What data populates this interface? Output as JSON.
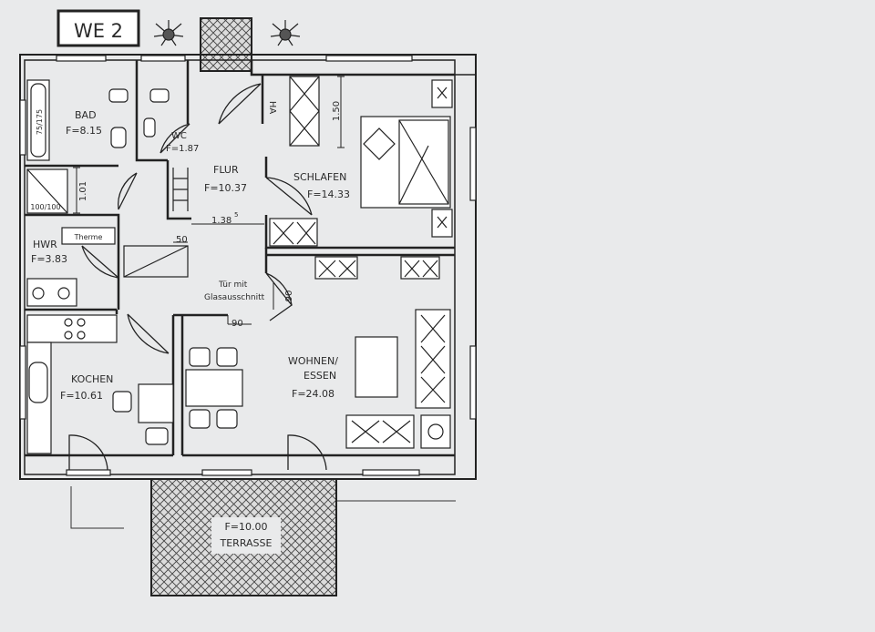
{
  "unit_label": "WE  2",
  "rooms": {
    "bad": {
      "name": "BAD",
      "area": "F=8.15"
    },
    "wc": {
      "name": "WC",
      "area": "F=1.87"
    },
    "flur": {
      "name": "FLUR",
      "area": "F=10.37"
    },
    "schlafen": {
      "name": "SCHLAFEN",
      "area": "F=14.33"
    },
    "hwr": {
      "name": "HWR",
      "area": "F=3.83"
    },
    "kochen": {
      "name": "KOCHEN",
      "area": "F=10.61"
    },
    "wohnen": {
      "name_line1": "WOHNEN/",
      "name_line2": "ESSEN",
      "area": "F=24.08"
    },
    "terrasse": {
      "area": "F=10.00",
      "name": "TERRASSE"
    }
  },
  "labels": {
    "tub": "75/175",
    "shower": "100/100",
    "therme": "Therme",
    "wardrobe": "HA",
    "door_note_line1": "Tür mit",
    "door_note_line2": "Glasausschnitt"
  },
  "dimensions": {
    "d150": "1.50",
    "d101": "1.01",
    "d138": "1.38",
    "d138_sup": "5",
    "d50": "50",
    "d90a": "90",
    "d90b": "90"
  },
  "colors": {
    "background": "#e9eaeb",
    "ink": "#2b2b2b",
    "wall": "#ffffff"
  }
}
